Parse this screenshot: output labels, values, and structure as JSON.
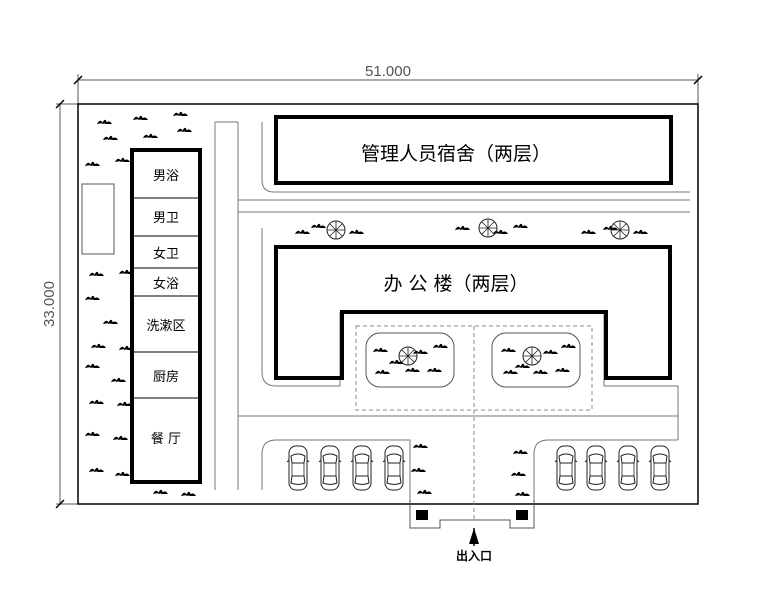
{
  "dimensions": {
    "width": "51.000",
    "height": "33.000"
  },
  "buildings": {
    "dormitory": "管理人员宿舍（两层）",
    "office": "办 公 楼（两层）"
  },
  "rooms": [
    "男浴",
    "男卫",
    "女卫",
    "女浴",
    "洗漱区",
    "厨房",
    "餐 厅"
  ],
  "entrance": "出入口",
  "colors": {
    "line": "#000000",
    "road": "#777777",
    "dimension": "#555555"
  },
  "icons": {
    "tree": "shrub-icon",
    "car": "car-icon",
    "guard": "gate-post-icon",
    "arrow": "entrance-arrow-icon"
  }
}
